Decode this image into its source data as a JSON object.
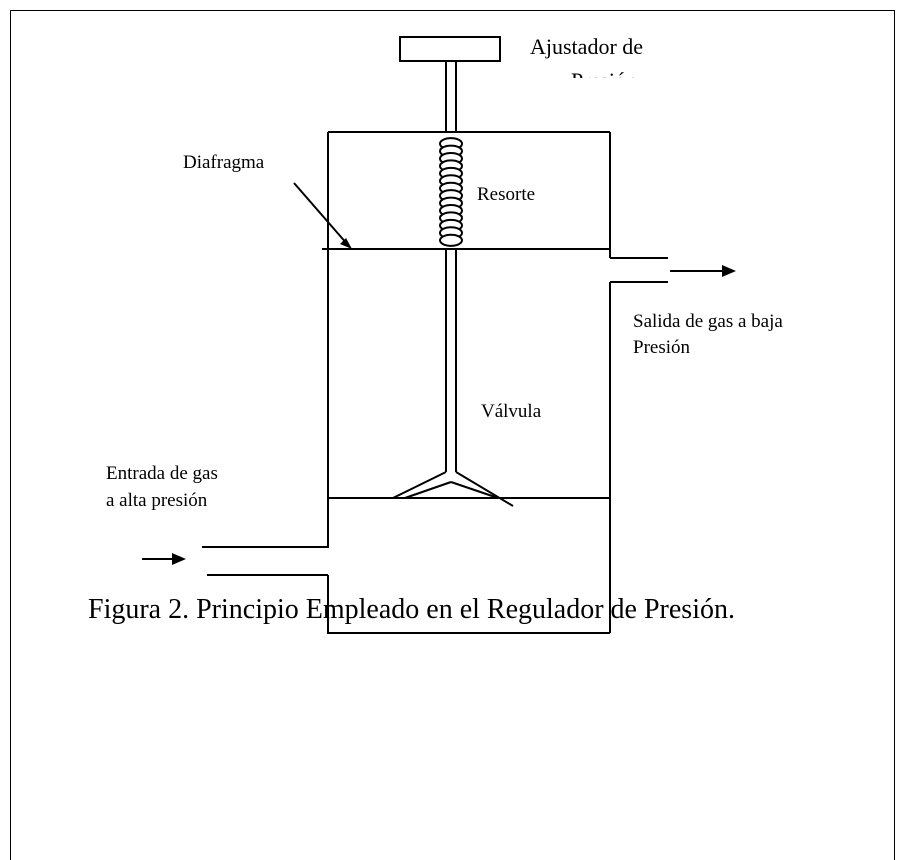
{
  "labels": {
    "ajustador": "Ajustador de",
    "ajustador_cut": "Presión",
    "diafragma": "Diafragma",
    "resorte": "Resorte",
    "salida_l1": "Salida de gas a baja",
    "salida_l2": "Presión",
    "valvula": "Válvula",
    "entrada_l1": "Entrada de gas",
    "entrada_l2": "a alta presión"
  },
  "caption": "Figura 2. Principio Empleado en el Regulador de Presión."
}
